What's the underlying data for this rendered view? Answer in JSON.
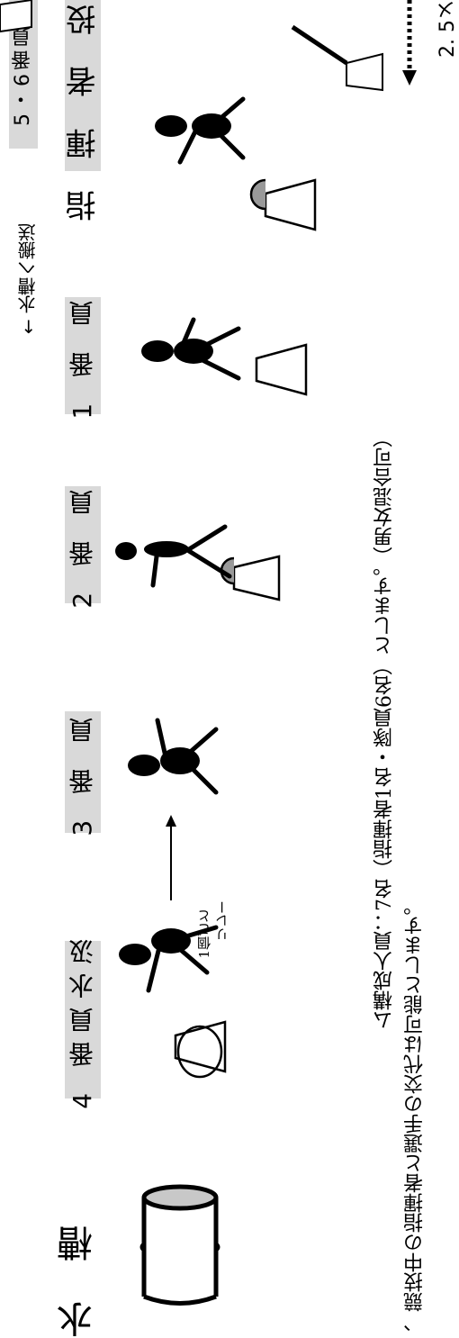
{
  "labels": {
    "suiso": "水 槽",
    "role_4": "4 番員水汲",
    "role_3": "3 番 員",
    "role_2": "2 番 員",
    "role_1": "1 番 員",
    "role_56": "5・6番員",
    "role_commander": "指 揮 者 投 水"
  },
  "annotations": {
    "relay_line1": "1個ごと",
    "relay_line2": "リレー",
    "transport": "← 水槽へ搬送",
    "distance": "2. 5メ"
  },
  "notes": {
    "line1": "ム構成人員：7名（指揮者1名・隊員6名）とします。（男女混合可）",
    "line2": "、競技中の指揮者と選手の交代は可能とします。"
  }
}
